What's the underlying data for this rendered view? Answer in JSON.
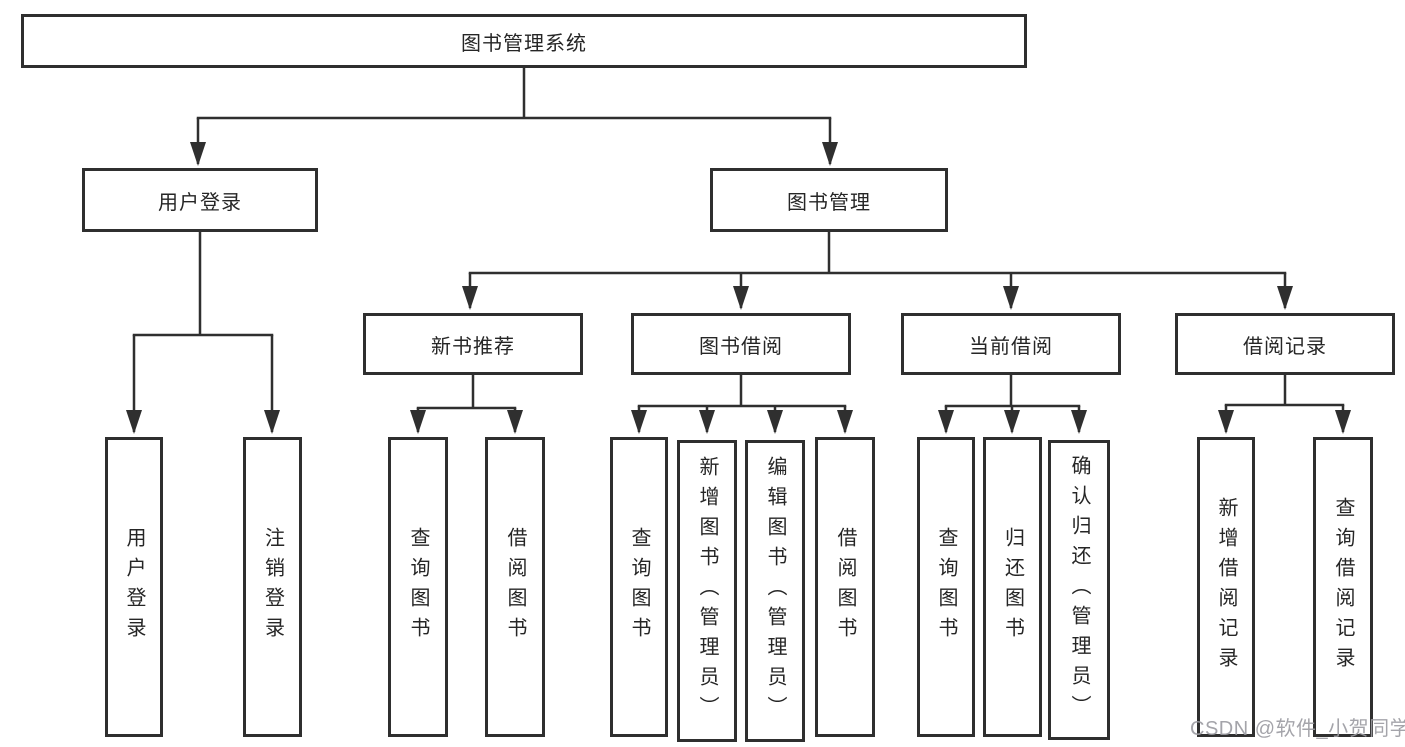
{
  "tree": {
    "label": "图书管理系统",
    "children": [
      {
        "label": "用户登录",
        "children": [
          {
            "label": "用户登录"
          },
          {
            "label": "注销登录"
          }
        ]
      },
      {
        "label": "图书管理",
        "children": [
          {
            "label": "新书推荐",
            "children": [
              {
                "label": "查询图书"
              },
              {
                "label": "借阅图书"
              }
            ]
          },
          {
            "label": "图书借阅",
            "children": [
              {
                "label": "查询图书"
              },
              {
                "label": "新增图书（管理员）"
              },
              {
                "label": "编辑图书（管理员）"
              },
              {
                "label": "借阅图书"
              }
            ]
          },
          {
            "label": "当前借阅",
            "children": [
              {
                "label": "查询图书"
              },
              {
                "label": "归还图书"
              },
              {
                "label": "确认归还（管理员）"
              }
            ]
          },
          {
            "label": "借阅记录",
            "children": [
              {
                "label": "新增借阅记录"
              },
              {
                "label": "查询借阅记录"
              }
            ]
          }
        ]
      }
    ]
  },
  "watermark": {
    "text": "CSDN @软件_小贺同学"
  },
  "colors": {
    "line": "#2f2f2f",
    "text": "#262626",
    "watermark": "#9b9ba1",
    "background": "#ffffff"
  }
}
